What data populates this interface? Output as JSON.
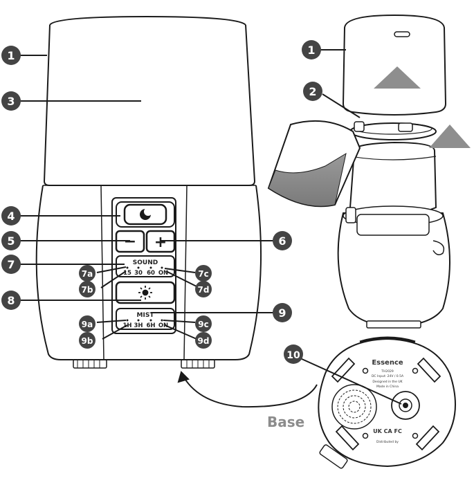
{
  "colors": {
    "badge": "#444444",
    "arrow": "#8e8e8e",
    "line": "#1a1a1a"
  },
  "callouts": {
    "c1a": "1",
    "c3": "3",
    "c4": "4",
    "c5": "5",
    "c6": "6",
    "c7": "7",
    "c7a": "7a",
    "c7b": "7b",
    "c7c": "7c",
    "c7d": "7d",
    "c8": "8",
    "c9": "9",
    "c9a": "9a",
    "c9b": "9b",
    "c9c": "9c",
    "c9d": "9d",
    "c1b": "1",
    "c2": "2",
    "c10": "10"
  },
  "panel": {
    "sound_label": "SOUND",
    "sound_options": [
      "15",
      "30",
      "60",
      "ON"
    ],
    "mist_label": "MIST",
    "mist_options": [
      "1H",
      "3H",
      "6H",
      "ON"
    ],
    "minus": "−",
    "plus": "+"
  },
  "base": {
    "label": "Base",
    "brand": "Essence",
    "model": "TH2029",
    "spec": "DC Input: 24V / 0.5A",
    "designed": "Designed in the UK",
    "made": "Made in China",
    "distributed": "Distributed by"
  },
  "icons": [
    "night-light-moon-icon",
    "brightness-sun-icon",
    "direction-arrow-icon"
  ]
}
